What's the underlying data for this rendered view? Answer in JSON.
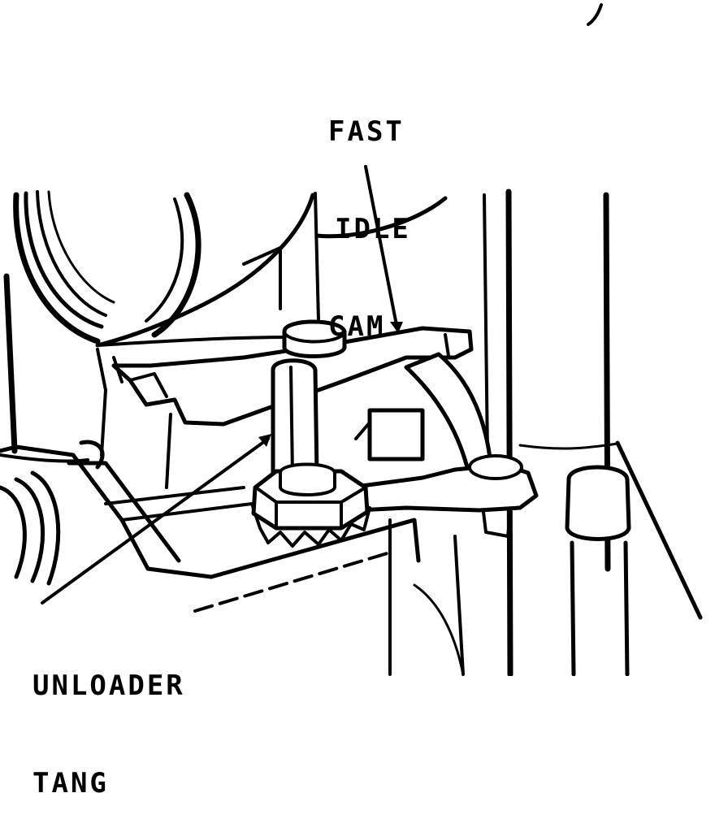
{
  "labels": {
    "fast_idle_cam": [
      "FAST",
      "IDLE",
      "CAM"
    ],
    "unloader_tang": [
      "UNLOADER",
      "TANG"
    ]
  },
  "colors": {
    "ink": "#000000",
    "paper": "#ffffff"
  }
}
